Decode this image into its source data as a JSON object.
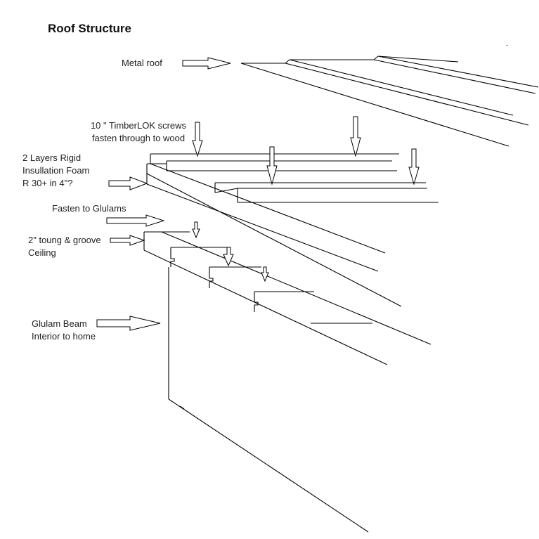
{
  "title": "Roof Structure",
  "labels": {
    "metal_roof": "Metal roof",
    "screws_line1": "10 \" TimberLOK screws",
    "screws_line2": "fasten through to wood",
    "foam_line1": "2 Layers Rigid",
    "foam_line2": "Insullation Foam",
    "foam_line3": "R 30+ in 4\"?",
    "fasten_glulams": "Fasten to Glulams",
    "ceiling_line1": "2\" toung & groove",
    "ceiling_line2": "Ceiling",
    "glulam_line1": "Glulam Beam",
    "glulam_line2": "Interior to home"
  }
}
